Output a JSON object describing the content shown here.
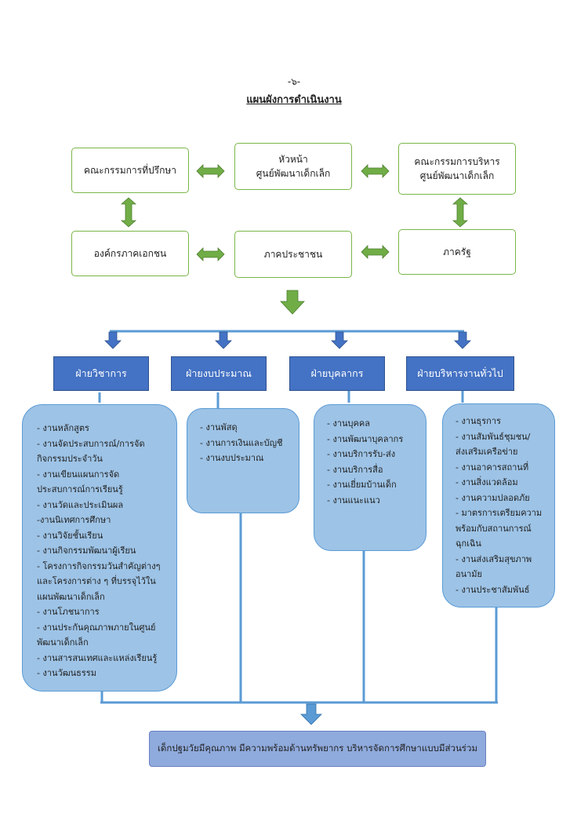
{
  "page": {
    "number": "-๖-",
    "title": "แผนผังการดำเนินงาน"
  },
  "top_row": {
    "advisory_committee": "คณะกรรมการที่ปรึกษา",
    "center_head": "หัวหน้า\nศูนย์พัฒนาเด็กเล็ก",
    "admin_committee": "คณะกรรมการบริหาร\nศูนย์พัฒนาเด็กเล็ก"
  },
  "second_row": {
    "private_sector": "องค์กรภาคเอกชน",
    "public_sector": "ภาคประชาชน",
    "government_sector": "ภาครัฐ"
  },
  "departments": [
    {
      "name": "ฝ่ายวิชาการ",
      "items": [
        "- งานหลักสูตร",
        "- งานจัดประสบการณ์/การจัด\nกิจกรรมประจำวัน",
        "- งานเขียนแผนการจัด\nประสบการณ์การเรียนรู้",
        "- งานวัดและประเมินผล",
        "-งานนิเทศการศึกษา",
        "- งานวิจัยชั้นเรียน",
        "- งานกิจกรรมพัฒนาผู้เรียน",
        "- โครงการกิจกรรมวันสำคัญต่างๆ\nและโครงการต่าง ๆ ที่บรรจุไว้ใน\nแผนพัฒนาเด็กเล็ก",
        "- งานโภชนาการ",
        "- งานประกันคุณภาพภายในศูนย์\nพัฒนาเด็กเล็ก",
        "- งานสารสนเทศและแหล่งเรียนรู้",
        "- งานวัฒนธรรม"
      ]
    },
    {
      "name": "ฝ่ายงบประมาณ",
      "items": [
        "- งานพัสดุ",
        "- งานการเงินและบัญชี",
        "- งานงบประมาณ"
      ]
    },
    {
      "name": "ฝ่ายบุคลากร",
      "items": [
        "- งานบุคคล",
        "- งานพัฒนาบุคลากร",
        "- งานบริการรับ-ส่ง",
        "- งานบริการสื่อ",
        "- งานเยี่ยมบ้านเด็ก",
        "- งานแนะแนว"
      ]
    },
    {
      "name": "ฝ่ายบริหารงานทั่วไป",
      "items": [
        "- งานธุรการ",
        "- งานสัมพันธ์ชุมชน/\nส่งเสริมเครือข่าย",
        "- งานอาคารสถานที่",
        "- งานสิ่งแวดล้อม",
        "- งานความปลอดภัย",
        "- มาตรการเตรียมความ\nพร้อมกับสถานการณ์\nฉุกเฉิน",
        "- งานส่งเสริมสุขภาพ\nอนามัย",
        "- งานประชาสัมพันธ์"
      ]
    }
  ],
  "outcome": "เด็กปฐมวัยมีคุณภาพ มีความพร้อมด้านทรัพยากร บริหารจัดการศึกษาแบบมีส่วนร่วม",
  "colors": {
    "green_border": "#7ab648",
    "green_arrow": "#70ad47",
    "dept_blue": "#4472c4",
    "list_blue": "#9dc3e6",
    "line_blue": "#5b9bd5",
    "outcome_blue": "#8faadc"
  }
}
